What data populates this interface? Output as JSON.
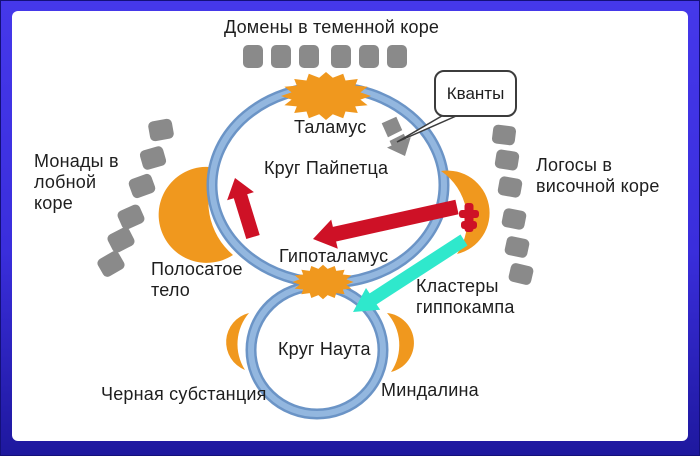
{
  "diagram": {
    "type": "brain-circuits-diagram",
    "labels": {
      "parietal_cortex": "Домены в теменной коре",
      "frontal_cortex_lines": [
        "Монады в",
        "лобной",
        "коре"
      ],
      "temporal_cortex_lines": [
        "Логосы в",
        "височной коре"
      ],
      "thalamus": "Таламус",
      "papez_circle": "Круг Пайпетца",
      "hypothalamus": "Гипоталамус",
      "striatum_lines": [
        "Полосатое",
        "тело"
      ],
      "substantia_nigra": "Черная субстанция",
      "nauta_circle": "Круг Наута",
      "amygdala": "Миндалина",
      "hippocampus_clusters_lines": [
        "Кластеры",
        "гиппокампа"
      ],
      "quanta_callout": "Кванты"
    },
    "cluster_counts": {
      "parietal": 6,
      "frontal": 6,
      "temporal": 6
    },
    "colors": {
      "orange": "#F0981E",
      "ringCore": "#93B7DF",
      "ringEdge": "#6B94C6",
      "red": "#CE1126",
      "cyan": "#2FE8CC",
      "gray": "#8A8A8A",
      "text": "#1E1E1E",
      "frameTop": "#4538EA",
      "frameBottom": "#1E189E",
      "calloutBorder": "#3C3C3C",
      "canvas": "#FFFFFF"
    }
  }
}
